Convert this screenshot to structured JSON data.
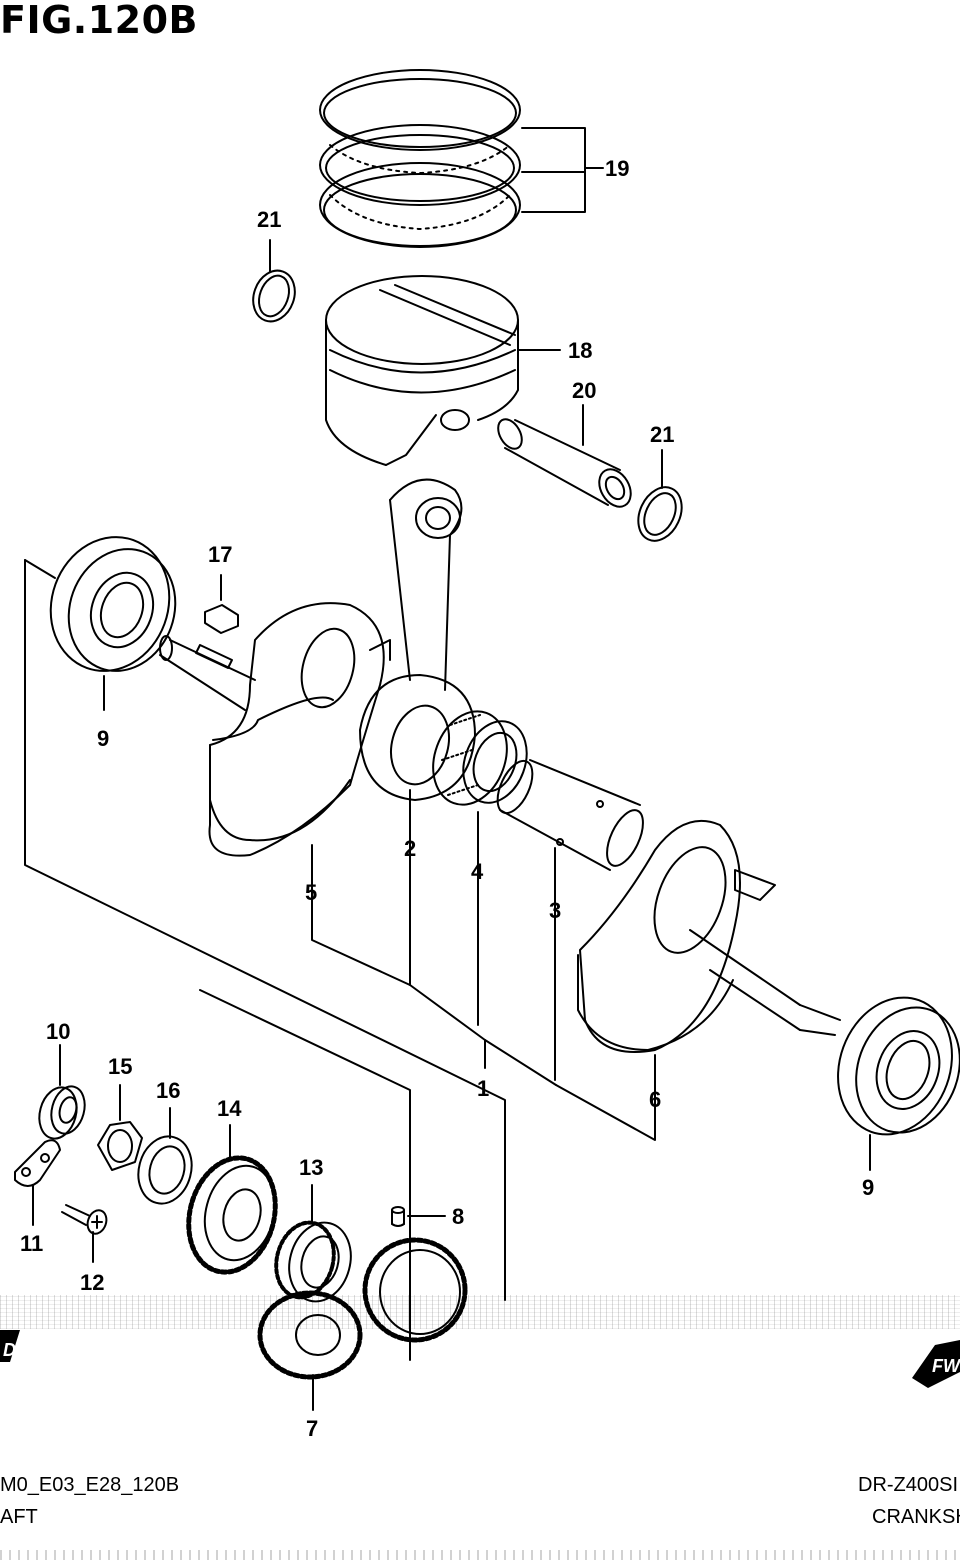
{
  "figure": {
    "title": "FIG.120B"
  },
  "callouts": {
    "c1": "1",
    "c2": "2",
    "c3": "3",
    "c4": "4",
    "c5": "5",
    "c6": "6",
    "c7": "7",
    "c8": "8",
    "c9a": "9",
    "c9b": "9",
    "c10": "10",
    "c11": "11",
    "c12": "12",
    "c13": "13",
    "c14": "14",
    "c15": "15",
    "c16": "16",
    "c17": "17",
    "c18": "18",
    "c19": "19",
    "c20": "20",
    "c21a": "21",
    "c21b": "21"
  },
  "badge": {
    "fwd_right": "FW",
    "fwd_left": "D"
  },
  "footer": {
    "left_code": "M0_E03_E28_120B",
    "left_name": "AFT",
    "right_code": "DR-Z400SI",
    "right_name": "CRANKSHA"
  }
}
